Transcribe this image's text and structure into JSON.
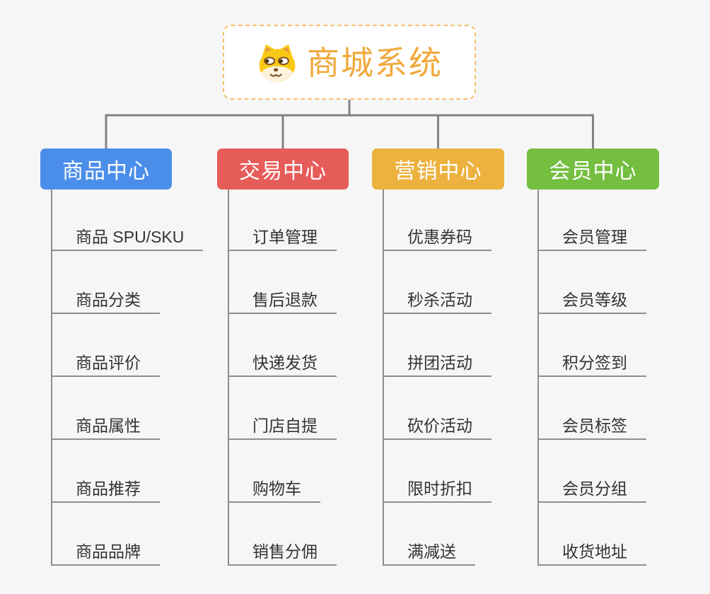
{
  "page": {
    "background": "#F6F6F6",
    "line_color": "#838383",
    "leaf_line_color": "#8E8E8E"
  },
  "root": {
    "title": "商城系统",
    "icon": "dog-face-icon",
    "text_color": "#F0A93C",
    "border_color": "#F5C06A",
    "fill": "#FFFFFF"
  },
  "branches": [
    {
      "label": "商品中心",
      "color": "#4A8EEA",
      "items": [
        "商品 SPU/SKU",
        "商品分类",
        "商品评价",
        "商品属性",
        "商品推荐",
        "商品品牌"
      ]
    },
    {
      "label": "交易中心",
      "color": "#E65C59",
      "items": [
        "订单管理",
        "售后退款",
        "快递发货",
        "门店自提",
        "购物车",
        "销售分佣"
      ]
    },
    {
      "label": "营销中心",
      "color": "#ECB13E",
      "items": [
        "优惠券码",
        "秒杀活动",
        "拼团活动",
        "砍价活动",
        "限时折扣",
        "满减送"
      ]
    },
    {
      "label": "会员中心",
      "color": "#74BE40",
      "items": [
        "会员管理",
        "会员等级",
        "积分签到",
        "会员标签",
        "会员分组",
        "收货地址"
      ]
    }
  ]
}
